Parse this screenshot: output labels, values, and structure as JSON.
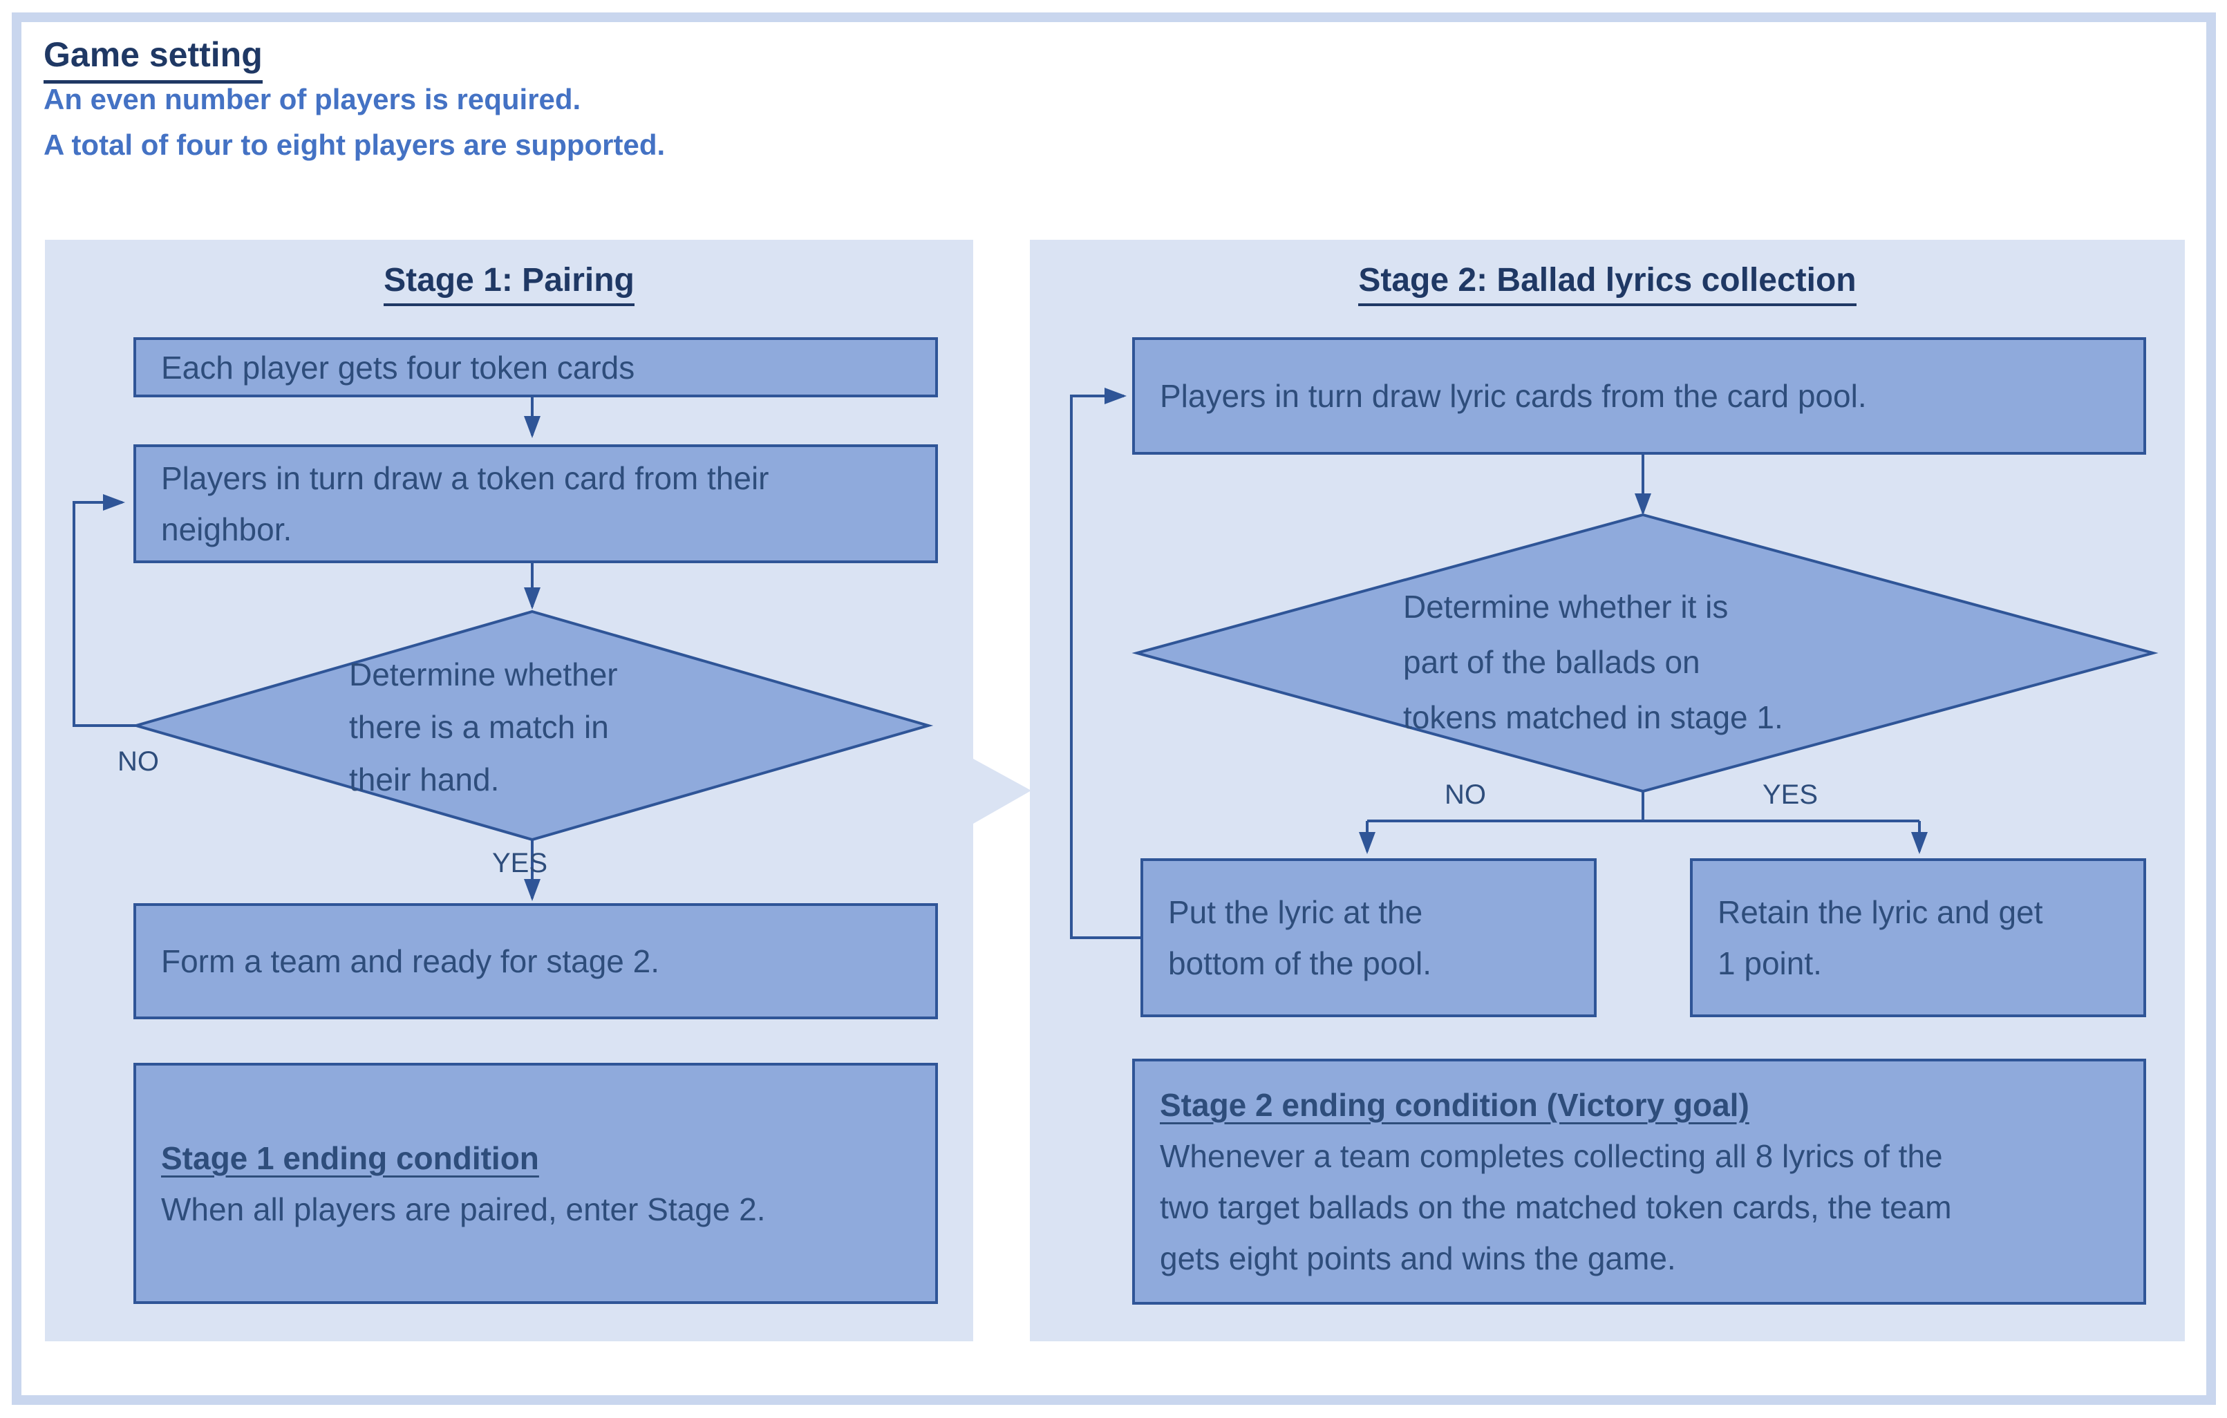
{
  "header": {
    "title": "Game setting",
    "note1": "An even number of players is required.",
    "note2": "A total of four to eight players are supported."
  },
  "stage1": {
    "title": "Stage 1: Pairing",
    "box_deal": "Each player gets four token cards",
    "box_draw_lines": [
      "Players in turn draw a token card from their",
      "neighbor."
    ],
    "diamond_lines": [
      "Determine whether",
      "there is a match in",
      "their hand."
    ],
    "no_label": "NO",
    "yes_label": "YES",
    "box_team": "Form a team and ready for stage 2.",
    "ending_title": "Stage 1 ending condition",
    "ending_lines": [
      "When all players are paired, enter Stage 2."
    ]
  },
  "stage2": {
    "title": "Stage 2: Ballad lyrics collection",
    "box_draw": "Players in turn draw lyric cards from the card pool.",
    "diamond_lines": [
      "Determine whether it is",
      "part of the ballads on",
      "tokens matched in stage 1."
    ],
    "no_label": "NO",
    "yes_label": "YES",
    "box_no_lines": [
      "Put the lyric at the",
      "bottom of the pool."
    ],
    "box_yes_lines": [
      "Retain the lyric and get",
      "1 point."
    ],
    "ending_title": "Stage 2 ending condition (Victory goal)",
    "ending_lines": [
      "Whenever a team completes collecting all 8 lyrics of the",
      "two target ballads on the matched token cards, the team",
      "gets eight points and wins the game."
    ]
  },
  "colors": {
    "frame": "#c9d6ee",
    "panel": "#dae3f3",
    "fill": "#8faadc",
    "stroke": "#2f5597",
    "text": "#2e4d7b",
    "title": "#1f3864",
    "note": "#4472c4"
  }
}
